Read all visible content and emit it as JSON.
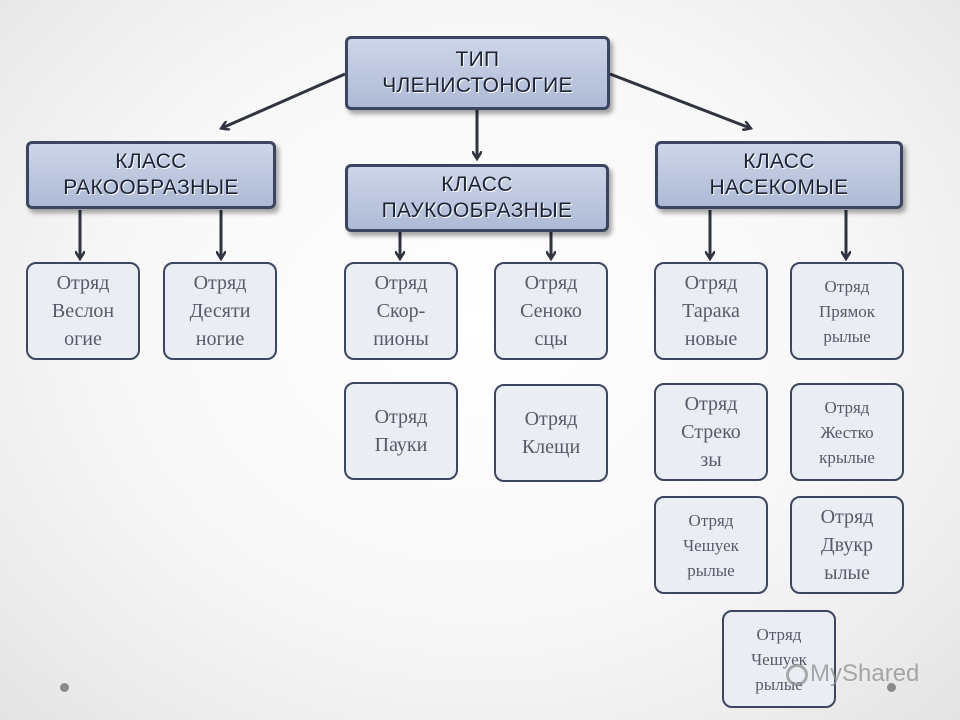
{
  "root": {
    "line1": "ТИП",
    "line2": "ЧЛЕНИСТОНОГИЕ"
  },
  "classes": [
    {
      "line1": "КЛАСС",
      "line2": "РАКООБРАЗНЫЕ"
    },
    {
      "line1": "КЛАСС",
      "line2": "ПАУКООБРАЗНЫЕ"
    },
    {
      "line1": "КЛАСС",
      "line2": "НАСЕКОМЫЕ"
    }
  ],
  "orders": [
    {
      "text": "Отряд\nВеслон\nогие"
    },
    {
      "text": "Отряд\nДесяти\nногие"
    },
    {
      "text": "Отряд\nСкор-\nпионы"
    },
    {
      "text": "Отряд\nСеноко\nсцы"
    },
    {
      "text": "Отряд\nПауки"
    },
    {
      "text": "Отряд\nКлещи"
    },
    {
      "text": "Отряд\nТарака\nновые"
    },
    {
      "text": "Отряд\nПрямок\nрылые"
    },
    {
      "text": "Отряд\nСтреко\nзы"
    },
    {
      "text": "Отряд\nЖестко\nкрылые"
    },
    {
      "text": "Отряд\nЧешуек\nрылые"
    },
    {
      "text": "Отряд\nДвукр\nылые"
    },
    {
      "text": "Отряд\nЧешуек\nрылые"
    }
  ],
  "watermark": "MyShared",
  "colors": {
    "header_fill": "#b9c3dd",
    "header_border": "#3b4560",
    "box_fill": "#ebedf4",
    "arrow": "#2f3440"
  }
}
